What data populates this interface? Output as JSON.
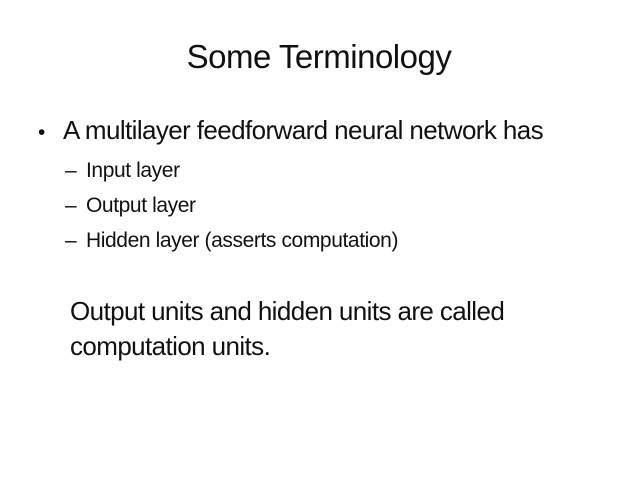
{
  "slide": {
    "background_color": "#ffffff",
    "text_color": "#111111",
    "title": "Some Terminology",
    "bullets": [
      {
        "marker": "•",
        "text": "A multilayer feedforward neural network has",
        "sub_items": [
          {
            "marker": "–",
            "text": "Input layer"
          },
          {
            "marker": "–",
            "text": "Output layer"
          },
          {
            "marker": "–",
            "text": "Hidden layer (asserts computation)"
          }
        ]
      }
    ],
    "note_lines": [
      "Output units and hidden units are called",
      "computation units."
    ]
  }
}
